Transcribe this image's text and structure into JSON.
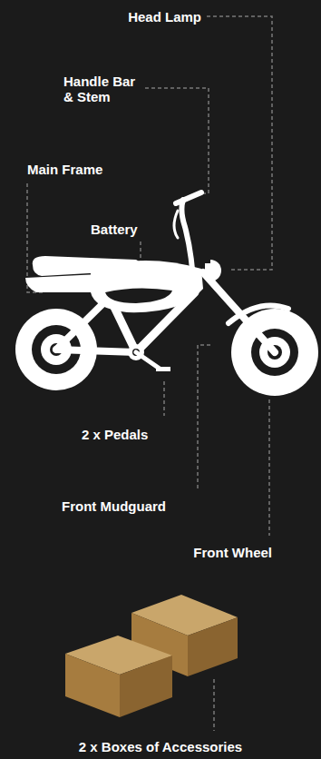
{
  "diagram": {
    "labels": [
      "Head Lamp",
      "Handle Bar & Stem",
      "Main Frame",
      "Battery",
      "2 x Pedals",
      "Front Mudguard",
      "Front Wheel",
      "2 x Boxes of Accessories"
    ]
  }
}
